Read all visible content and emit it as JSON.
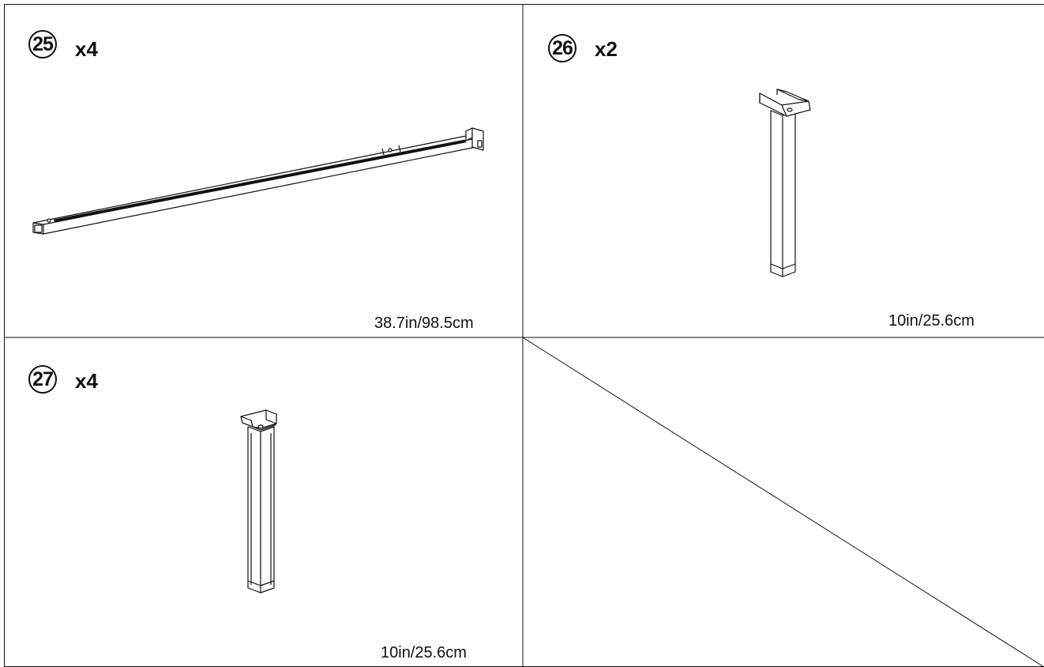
{
  "parts": [
    {
      "number": "25",
      "quantity": "x4",
      "dimension": "38.7in/98.5cm"
    },
    {
      "number": "26",
      "quantity": "x2",
      "dimension": "10in/25.6cm"
    },
    {
      "number": "27",
      "quantity": "x4",
      "dimension": "10in/25.6cm"
    }
  ]
}
